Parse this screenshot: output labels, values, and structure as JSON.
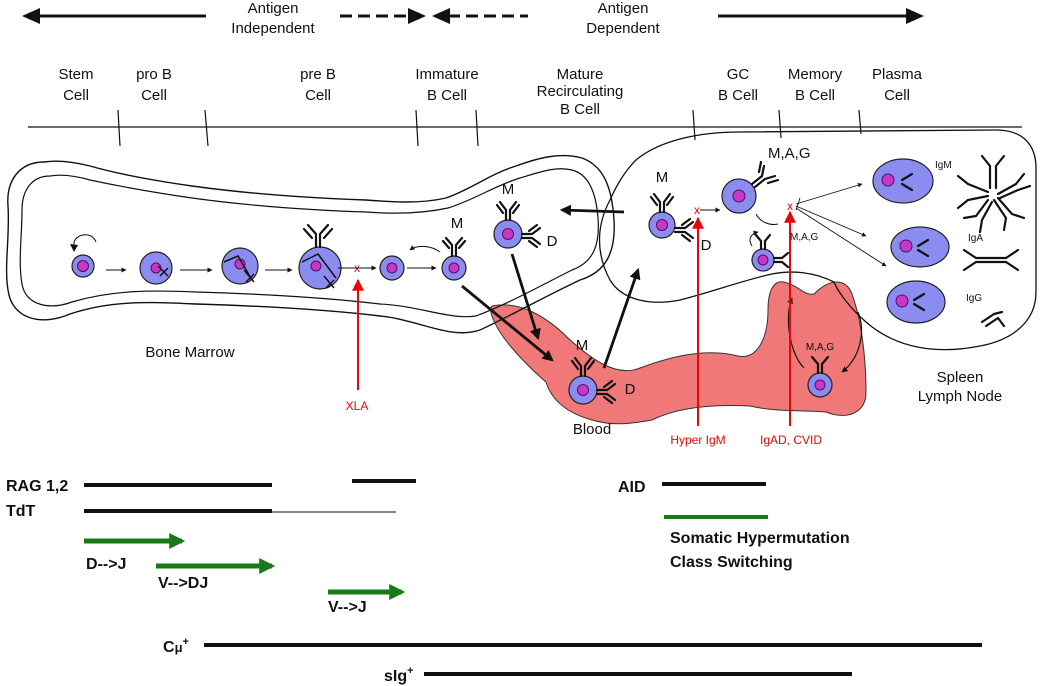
{
  "header": {
    "antigen_independent": [
      "Antigen",
      "Independent"
    ],
    "antigen_dependent": [
      "Antigen",
      "Dependent"
    ]
  },
  "stages": [
    [
      "Stem",
      "Cell"
    ],
    [
      "pro B",
      "Cell"
    ],
    [
      "pre B",
      "Cell"
    ],
    [
      "Immature",
      "B Cell"
    ],
    [
      "Mature",
      "Recirculating",
      "B Cell"
    ],
    [
      "GC",
      "B Cell"
    ],
    [
      "Memory",
      "B Cell"
    ],
    [
      "Plasma",
      "Cell"
    ]
  ],
  "compartments": {
    "bone_marrow": "Bone Marrow",
    "blood": "Blood",
    "spleen": [
      "Spleen",
      "Lymph Node"
    ]
  },
  "isotype_labels": {
    "m1": "M",
    "m_mature": "M",
    "d_mature": "D",
    "m_gc": "M",
    "d_gc": "D",
    "mag_top": "M,A,G",
    "mag_small": "M,A,G",
    "m_blood": "M",
    "d_blood": "D",
    "mag_node": "M,A,G",
    "igm": "IgM",
    "iga": "IgA",
    "igg": "IgG"
  },
  "defects": {
    "xla": "XLA",
    "hyper_igm": "Hyper IgM",
    "igad_cvid": "IgAD, CVID",
    "mark": "x"
  },
  "enzymes": {
    "rag": "RAG 1,2",
    "tdt": "TdT",
    "aid": "AID",
    "shm": "Somatic Hypermutation",
    "csr": "Class Switching"
  },
  "rearrangements": {
    "dj": "D-->J",
    "vdj": "V-->DJ",
    "vj": "V-->J"
  },
  "markers": {
    "cmu": "C",
    "mu": "μ",
    "sig": "sIg",
    "plus": "+"
  },
  "colors": {
    "cell": "#8b8cf0",
    "nucleus": "#c43ac7",
    "blood": "#f07878",
    "defect": "#e4070c",
    "rearrangement": "#1a7a1a"
  }
}
